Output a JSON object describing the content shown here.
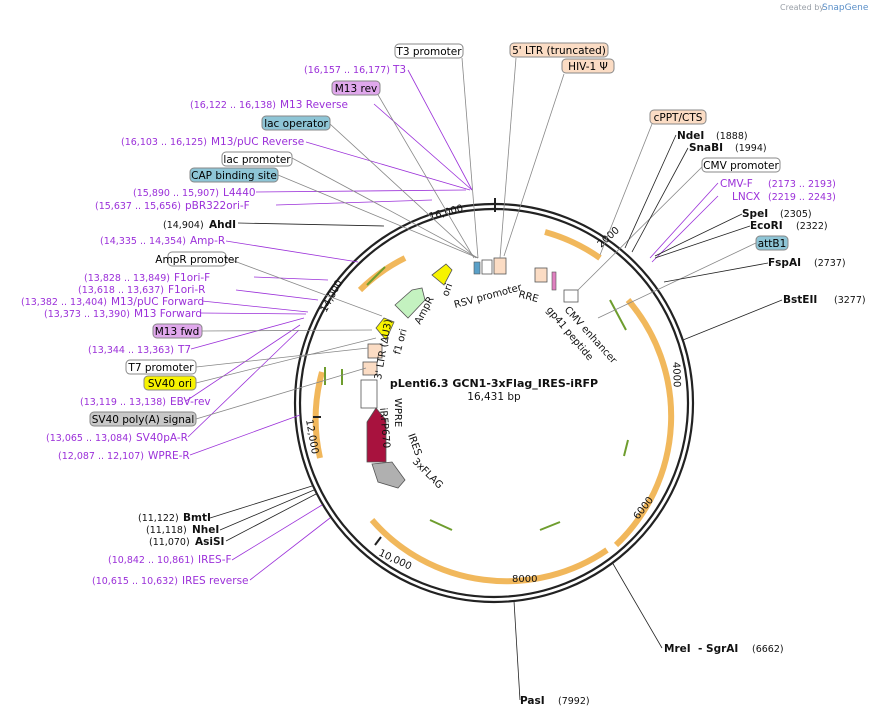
{
  "credit": {
    "prefix": "Created by",
    "brand": "SnapGene"
  },
  "plasmid": {
    "name": "pLenti6.3 GCN1-3xFlag_IRES-iRFP",
    "length": "16,431 bp"
  },
  "ticks": [
    "2000",
    "4000",
    "6000",
    "8000",
    "10,000",
    "12,000",
    "14,000",
    "16,000"
  ],
  "boxed_labels": [
    {
      "text": "T3 promoter",
      "bg": "#ffffff"
    },
    {
      "text": "5' LTR (truncated)",
      "bg": "#fbdcc4"
    },
    {
      "text": "HIV-1 Ψ",
      "bg": "#fbdcc4"
    },
    {
      "text": "M13 rev",
      "bg": "#e0a8ec"
    },
    {
      "text": "lac operator",
      "bg": "#8ec5d6"
    },
    {
      "text": "lac promoter",
      "bg": "#ffffff"
    },
    {
      "text": "CAP binding site",
      "bg": "#8ec5d6"
    },
    {
      "text": "cPPT/CTS",
      "bg": "#fbdcc4"
    },
    {
      "text": "CMV promoter",
      "bg": "#ffffff"
    },
    {
      "text": "attB1",
      "bg": "#8ec5d6"
    },
    {
      "text": "AmpR promoter",
      "bg": "#ffffff"
    },
    {
      "text": "M13 fwd",
      "bg": "#e0a8ec"
    },
    {
      "text": "T7 promoter",
      "bg": "#ffffff"
    },
    {
      "text": "SV40 ori",
      "bg": "#f7f300"
    },
    {
      "text": "SV40 poly(A) signal",
      "bg": "#c8c8c8"
    }
  ],
  "primers": [
    {
      "coord": "(16,157 .. 16,177)",
      "name": "T3"
    },
    {
      "coord": "(16,122 .. 16,138)",
      "name": "M13 Reverse"
    },
    {
      "coord": "(16,103 .. 16,125)",
      "name": "M13/pUC Reverse"
    },
    {
      "coord": "(15,890 .. 15,907)",
      "name": "L4440"
    },
    {
      "coord": "(15,637 .. 15,656)",
      "name": "pBR322ori-F"
    },
    {
      "coord": "(14,335 .. 14,354)",
      "name": "Amp-R"
    },
    {
      "coord": "(13,828 .. 13,849)",
      "name": "F1ori-F"
    },
    {
      "coord": "(13,618 .. 13,637)",
      "name": "F1ori-R"
    },
    {
      "coord": "(13,382 .. 13,404)",
      "name": "M13/pUC Forward"
    },
    {
      "coord": "(13,373 .. 13,390)",
      "name": "M13 Forward"
    },
    {
      "coord": "(13,344 .. 13,363)",
      "name": "T7"
    },
    {
      "coord": "(13,119 .. 13,138)",
      "name": "EBV-rev"
    },
    {
      "coord": "(13,065 .. 13,084)",
      "name": "SV40pA-R"
    },
    {
      "coord": "(12,087 .. 12,107)",
      "name": "WPRE-R"
    },
    {
      "coord": "(10,842 .. 10,861)",
      "name": "IRES-F"
    },
    {
      "coord": "(10,615 .. 10,632)",
      "name": "IRES reverse"
    }
  ],
  "right_primers": [
    {
      "name": "CMV-F",
      "coord": "(2173 .. 2193)"
    },
    {
      "name": "LNCX",
      "coord": "(2219 .. 2243)"
    }
  ],
  "enzymes": [
    {
      "name": "AhdI",
      "pos": "(14,904)"
    },
    {
      "name": "NdeI",
      "pos": "(1888)"
    },
    {
      "name": "SnaBI",
      "pos": "(1994)"
    },
    {
      "name": "SpeI",
      "pos": "(2305)"
    },
    {
      "name": "EcoRI",
      "pos": "(2322)"
    },
    {
      "name": "FspAI",
      "pos": "(2737)"
    },
    {
      "name": "BstEII",
      "pos": "(3277)"
    },
    {
      "name": "BmtI",
      "pos": "(11,122)"
    },
    {
      "name": "NheI",
      "pos": "(11,118)"
    },
    {
      "name": "AsiSI",
      "pos": "(11,070)"
    },
    {
      "name": "MreI",
      "pos": "- SgrAI",
      "extra": "(6662)"
    },
    {
      "name": "PasI",
      "pos": "(7992)"
    }
  ],
  "inner_labels": [
    "ori",
    "RSV promoter",
    "RRE",
    "CMV enhancer",
    "gp41 peptide",
    "AmpR",
    "f1 ori",
    "3' LTR (ΔU3)",
    "WPRE",
    "iRFP670",
    "IRES",
    "3xFLAG"
  ]
}
